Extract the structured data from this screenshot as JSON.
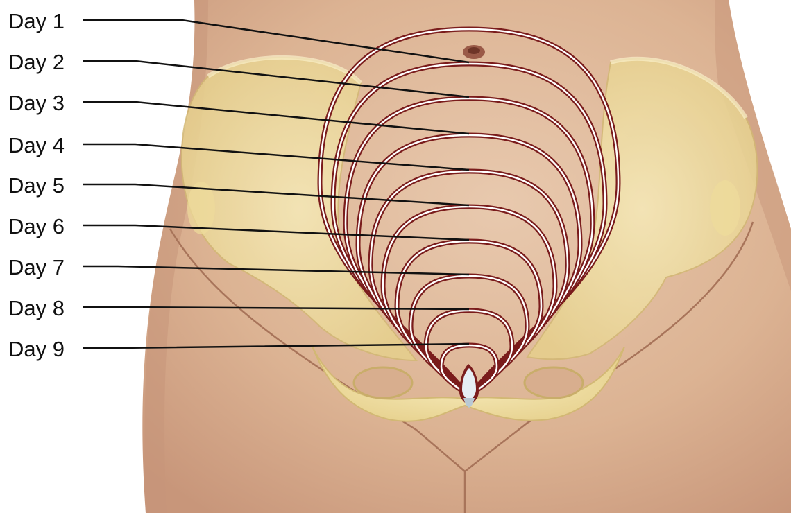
{
  "labels": [
    "Day 1",
    "Day 2",
    "Day 3",
    "Day 4",
    "Day 5",
    "Day 6",
    "Day 7",
    "Day 8",
    "Day 9"
  ],
  "colors": {
    "background": "#ffffff",
    "skin_light": "#e2c1a6",
    "skin_mid": "#d4a887",
    "skin_shadow": "#b88566",
    "bone": "#f0e0a6",
    "bone_edge": "#d9c27d",
    "uterine_line": "#7a1c1c",
    "uterine_fill": "#ffffff",
    "leader_line": "#111111",
    "cervix": "#dfe8ef"
  }
}
